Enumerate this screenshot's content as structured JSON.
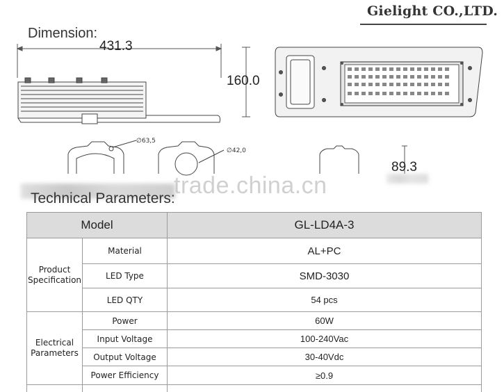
{
  "header": {
    "brand": "Gielight CO.,LTD."
  },
  "dimension": {
    "title": "Dimension:",
    "length_label": "431.3",
    "width_label": "160.0",
    "height_label": "89.3",
    "diameter_a": "∅63,5",
    "diameter_b": "∅42,0"
  },
  "watermark": "trade.china.cn",
  "section_title": "Technical Parameters:",
  "table": {
    "header_model": "Model",
    "header_value": "GL-LD4A-3",
    "groups": [
      {
        "name_line1": "Product",
        "name_line2": "Specification",
        "rows": [
          {
            "param": "Material",
            "value": "AL+PC"
          },
          {
            "param": "LED Type",
            "value": "SMD-3030"
          },
          {
            "param": "LED QTY",
            "value": "54 pcs"
          }
        ]
      },
      {
        "name_line1": "Electrical",
        "name_line2": "Parameters",
        "rows": [
          {
            "param": "Power",
            "value": "60W"
          },
          {
            "param": "Input Voltage",
            "value": "100-240Vac"
          },
          {
            "param": "Output Voltage",
            "value": "30-40Vdc"
          },
          {
            "param": "Power Efficiency",
            "value": "≥0.9"
          }
        ]
      }
    ]
  }
}
